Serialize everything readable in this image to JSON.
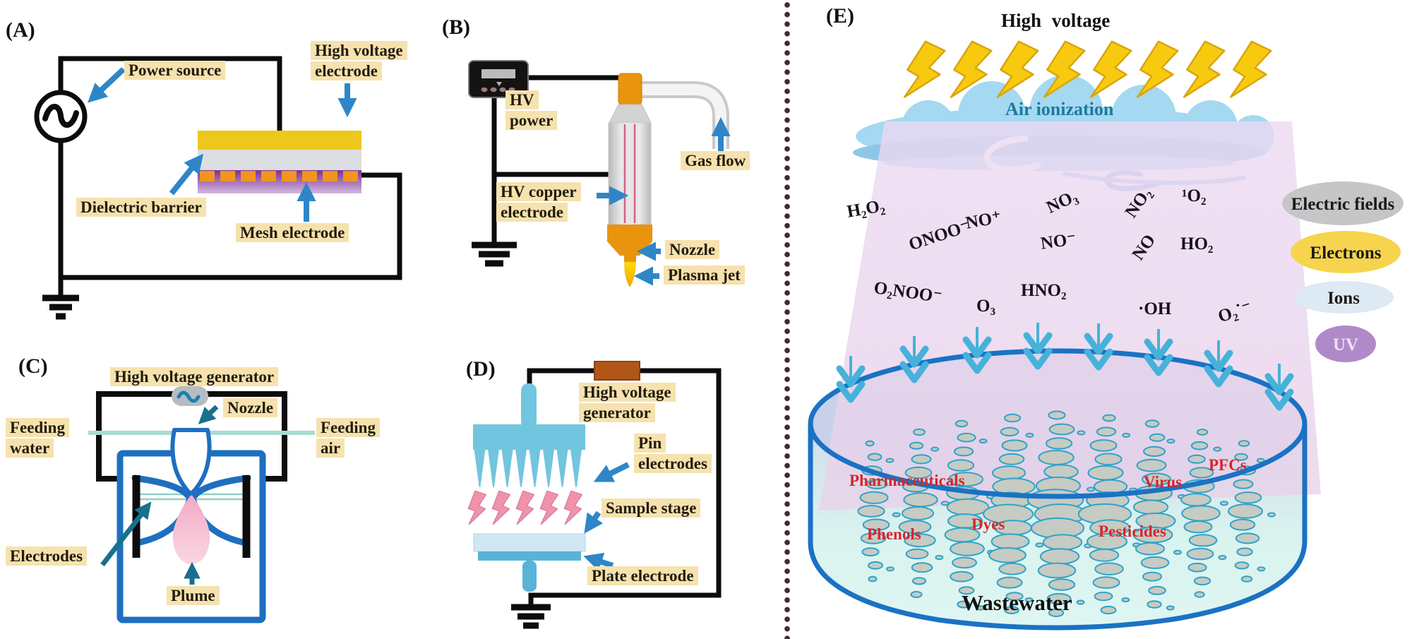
{
  "figure": {
    "description_visible_text_only": true,
    "colors": {
      "label_bg": "#f6e2ae",
      "wire_black": "#0c0c0c",
      "arrow_blue": "#2e86c8",
      "arrow_teal": "#17708e",
      "hv_electrode_yellow": "#eec71c",
      "dielectric_gray": "#dbdfe2",
      "mesh_orange": "#f09520",
      "mesh_purple": "#7e2f90",
      "container_blue": "#1e6fc0",
      "pin_blue": "#72c5de",
      "lightning_pink": "#ef93ad",
      "lightning_yellow": "#f7ca10",
      "nozzle_orange": "#e8940e",
      "plume_pink": "#f3b1c8",
      "cloud_blue": "#a5d8f1",
      "plane_lavender": "#e9d6f0",
      "basin_stroke": "#1a72c4",
      "divider_maroon": "#4b2730",
      "contaminant_red": "#d6262c",
      "air_ionization_teal": "#1b7b9e"
    }
  },
  "panels": {
    "a": {
      "tag": "(A)",
      "labels": {
        "power_source": "Power source",
        "hv_electrode": "High voltage\nelectrode",
        "dielectric": "Dielectric barrier",
        "mesh": "Mesh electrode"
      }
    },
    "b": {
      "tag": "(B)",
      "labels": {
        "hv_power": "HV\npower",
        "hv_copper": "HV copper\nelectrode",
        "gas_flow": "Gas flow",
        "nozzle": "Nozzle",
        "plasma_jet": "Plasma jet"
      }
    },
    "c": {
      "tag": "(C)",
      "labels": {
        "hv_generator": "High voltage generator",
        "nozzle": "Nozzle",
        "feeding_water": "Feeding\nwater",
        "feeding_air": "Feeding\nair",
        "electrodes": "Electrodes",
        "plume": "Plume"
      }
    },
    "d": {
      "tag": "(D)",
      "labels": {
        "hv_generator": "High voltage\ngenerator",
        "pin_electrodes": "Pin\nelectrodes",
        "sample_stage": "Sample stage",
        "plate_electrode": "Plate electrode"
      }
    },
    "e": {
      "tag": "(E)",
      "title": "High voltage",
      "cloud_label": "Air ionization",
      "species": [
        "H₂O₂",
        "NO⁺",
        "NO₃",
        "NO₂",
        "¹O₂",
        "ONOO⁻",
        "NO⁻",
        "NO",
        "HO₂",
        "O₂NOO⁻",
        "O₃",
        "HNO₂",
        "·OH",
        "O₂˙⁻"
      ],
      "legend": [
        {
          "label": "Electric fields",
          "color": "#c6c6c8",
          "text_color": "#1a1a1a"
        },
        {
          "label": "Electrons",
          "color": "#f6d44d",
          "text_color": "#1a1a1a"
        },
        {
          "label": "Ions",
          "color": "#dde9f3",
          "text_color": "#1a1a1a"
        },
        {
          "label": "UV",
          "color": "#b089c9",
          "text_color": "#eee0f6"
        }
      ],
      "contaminants": [
        "Pharmaceuticals",
        "Virus",
        "PFCs",
        "Phenols",
        "Dyes",
        "Pesticides"
      ],
      "basin_label": "Wastewater"
    }
  }
}
